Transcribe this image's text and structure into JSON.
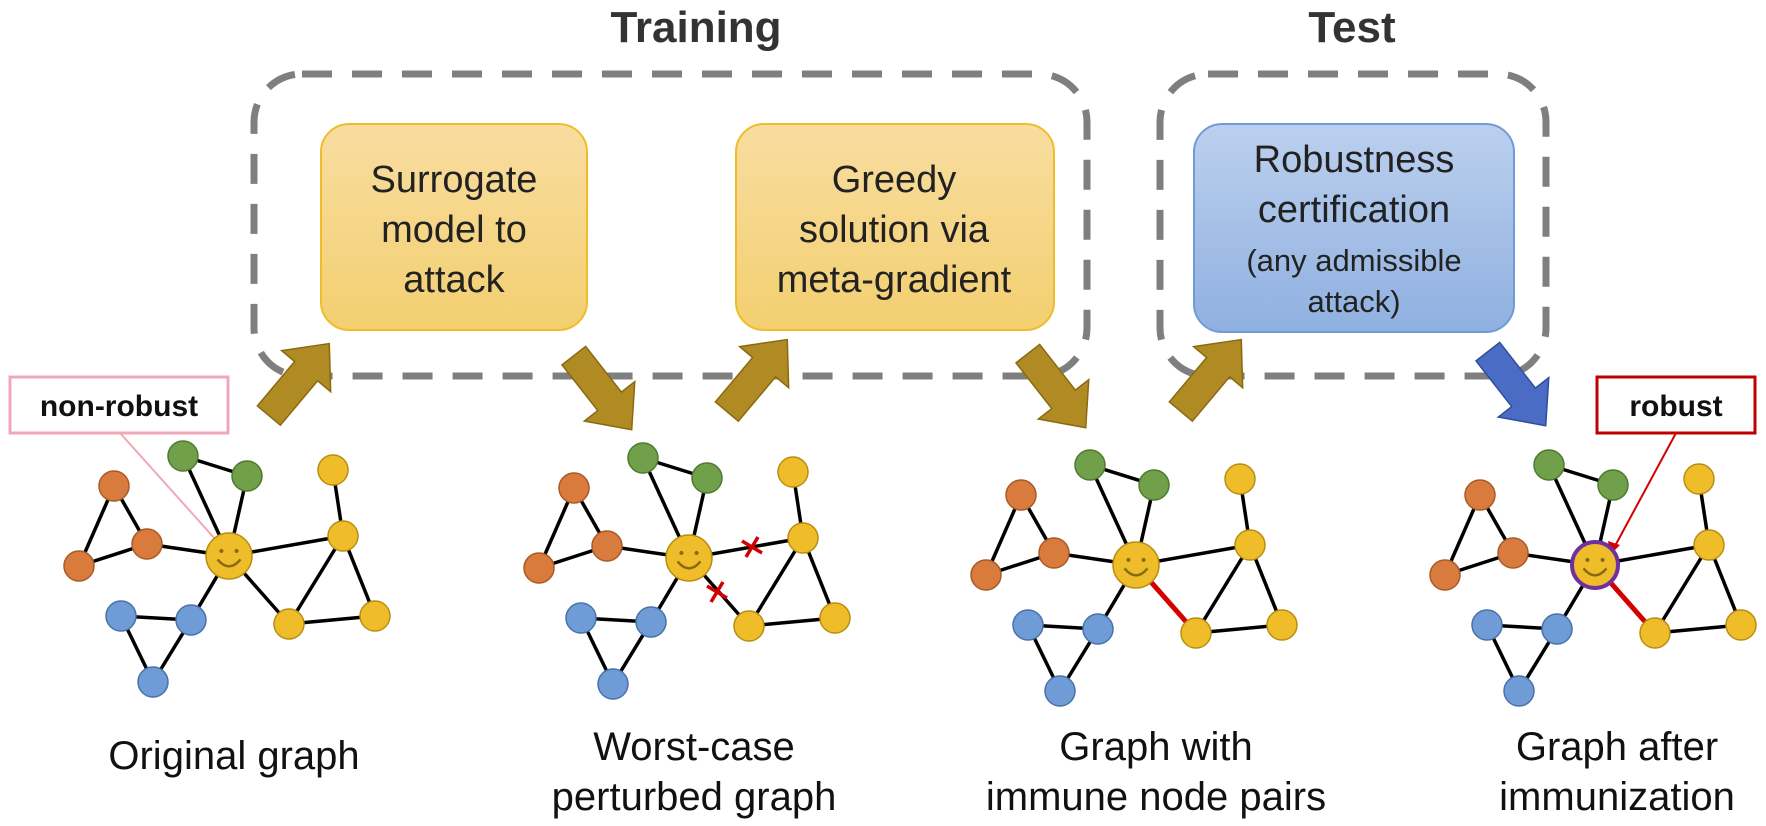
{
  "sections": {
    "training": "Training",
    "test": "Test"
  },
  "boxes": {
    "surrogate": [
      "Surrogate",
      "model to",
      "attack"
    ],
    "greedy": [
      "Greedy",
      "solution via",
      "meta-gradient"
    ],
    "certification": [
      "Robustness",
      "certification",
      "(any admissible",
      "attack)"
    ]
  },
  "labels": {
    "non_robust": "non-robust",
    "robust": "robust"
  },
  "captions": {
    "original": [
      "Original graph"
    ],
    "worst_case": [
      "Worst-case",
      "perturbed graph"
    ],
    "immune_pairs": [
      "Graph with",
      "immune node pairs"
    ],
    "after": [
      "Graph after",
      "immunization"
    ]
  },
  "colors": {
    "orange_node": "#d97b3c",
    "green_node": "#70a04a",
    "yellow_node": "#f0bd2a",
    "blue_node": "#6f9bd6",
    "training_box": "#f6d789",
    "test_box": "#a6c0e6",
    "arrow_gold": "#b08a22",
    "arrow_blue": "#4a6cc4",
    "highlight_red": "#d40000",
    "robust_ring": "#7030a0",
    "dashed_border": "#7f7f7f"
  },
  "icons": {
    "target_node": "smiley-face-icon",
    "removed_edge": "x-mark-icon"
  }
}
